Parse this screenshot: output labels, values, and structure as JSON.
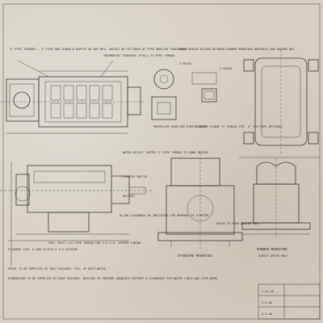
{
  "notes": {
    "pipe_threads": "1\" PIPE THREADS — 1\" PIPE AND ELBOW & NIPPLE OR ANY MFG. VALVES OR FITTINGS OF PIPE SMALLER THAN ABOVE",
    "thermostat": "THERMOSTAT STRAIGHT (FULL) TO PIPE THREAD",
    "spacer_blocks": "PLACE SPACER BLOCKS BETWEEN RUBBER MOUNTING BRACKETS AND ENGINE BED",
    "holes_2": "2 HOLES",
    "holes_4": "4 HOLES",
    "propeller_coupling": "PROPELLER COUPLING DIRECT DRIVE",
    "exhaust_flange": "EXHAUST FLANGE 2\" FEMALE STD. 2\" IPS PIPE OPTIONAL",
    "water_outlet": "WATER OUTLET TAPPED 1\" PIPE THREAD TO SAME RECESS",
    "starter_switch": "STARTER SWITCH",
    "battery": "BATTERY",
    "allow_clearance": "ALLOW CLEARANCE AS INDICATED FOR REMOVAL OF STARTER",
    "fuel_inlet": "FUEL INLET 1/4 PIPE THREAD USE 1/4 O.D. COPPER TUBING",
    "holes_engine_bed": "HOLES TO PASS ENGINE BED",
    "flywheel_note": "FLYWHEEL DIA. & SAE CLUTCH 8 1/2 OUTSIDE",
    "remarks": "DIMENSIONS TO BE SUPPLIED BY BOAT BUILDER. BUILDER TO PROVIDE ADEQUATE SUPPORT & CLEARANCE FOR WATER LINES AND PIPE WORK.",
    "bottom_left_note": "RIGHT TO BE SUPPLIED BY BOAT BUILDER. FILL UP WITH WATER."
  },
  "captions": {
    "standard_mounting": "STANDARD MOUNTING",
    "rubber_mounting": "RUBBER MOUNTING",
    "rubber_mounting_sub": "DIRECT DRIVE ONLY"
  },
  "title_block": {
    "rows": [
      "1-12-48",
      "2-5-48",
      "3-4-48"
    ]
  }
}
